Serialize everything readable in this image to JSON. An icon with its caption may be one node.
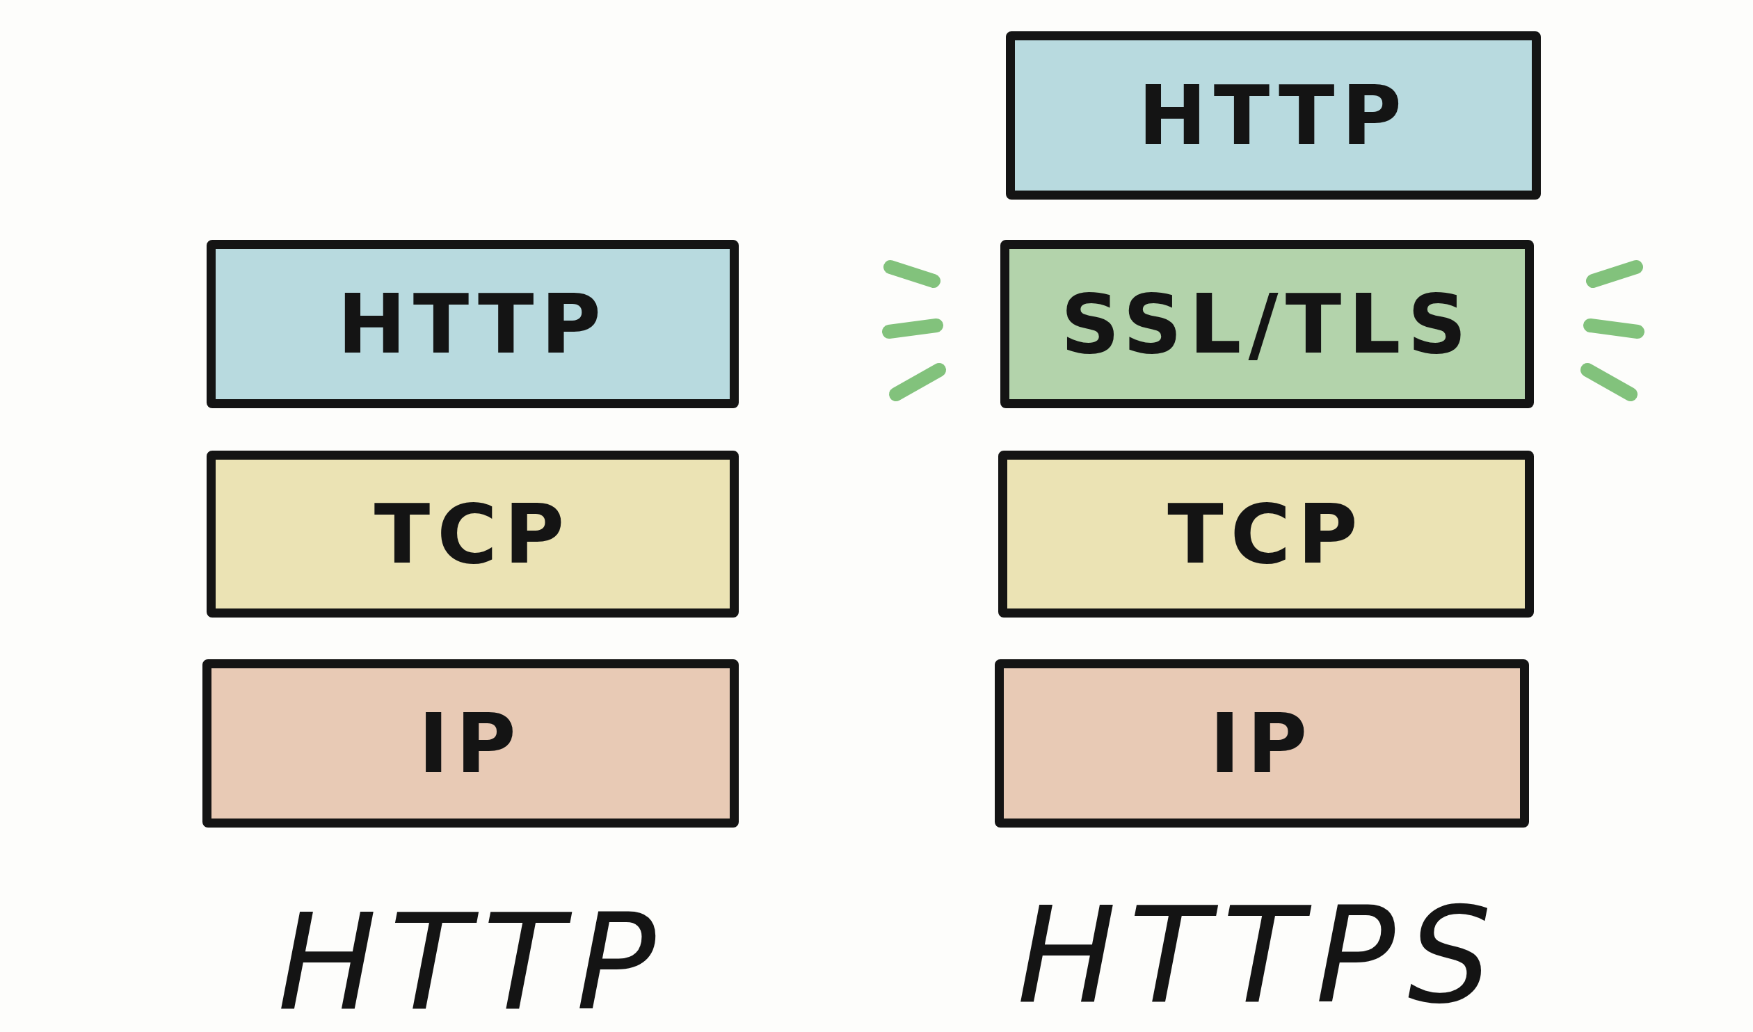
{
  "diagram": {
    "nodes": [
      {
        "text": [
          "HTTP"
        ]
      },
      {
        "text": [
          "TCP"
        ]
      },
      {
        "text": [
          "IP"
        ]
      },
      {
        "text": [
          "HTTP"
        ]
      },
      {
        "text": [
          "SSL/TLS"
        ]
      },
      {
        "text": [
          "TCP"
        ]
      },
      {
        "text": [
          "IP"
        ]
      }
    ],
    "labels": [
      "HTTP",
      "HTTPS"
    ]
  }
}
